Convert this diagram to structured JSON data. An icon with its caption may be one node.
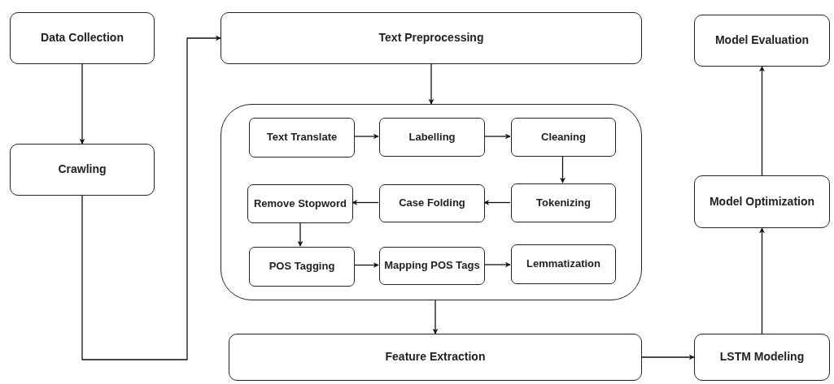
{
  "diagram": {
    "nodes": [
      {
        "text": [
          "Data Collection"
        ]
      },
      {
        "text": [
          "Crawling"
        ]
      },
      {
        "text": [
          "Text Preprocessing"
        ]
      },
      {
        "text": [],
        "shape": "box"
      },
      {
        "text": [
          "Text Translate"
        ],
        "in": 3
      },
      {
        "text": [
          "Labelling"
        ],
        "in": 3
      },
      {
        "text": [
          "Cleaning"
        ],
        "in": 3
      },
      {
        "text": [
          "Remove Stopword"
        ],
        "in": 3
      },
      {
        "text": [
          "Case Folding"
        ],
        "in": 3
      },
      {
        "text": [
          "Tokenizing"
        ],
        "in": 3
      },
      {
        "text": [
          "POS Tagging"
        ],
        "in": 3
      },
      {
        "text": [
          "Mapping POS Tags"
        ],
        "in": 3
      },
      {
        "text": [
          "Lemmatization"
        ],
        "in": 3
      },
      {
        "text": [
          "Feature Extraction"
        ]
      },
      {
        "text": [
          "LSTM Modeling"
        ]
      },
      {
        "text": [
          "Model Optimization"
        ]
      },
      {
        "text": [
          "Model Evaluation"
        ]
      }
    ],
    "edges": [
      {
        "from": 0,
        "to": 1,
        "arrow": "to"
      },
      {
        "from": 1,
        "to": 2,
        "arrow": "to"
      },
      {
        "from": 2,
        "to": 3,
        "arrow": "to"
      },
      {
        "from": 4,
        "to": 5,
        "arrow": "to"
      },
      {
        "from": 5,
        "to": 6,
        "arrow": "to"
      },
      {
        "from": 6,
        "to": 9,
        "arrow": "to"
      },
      {
        "from": 9,
        "to": 8,
        "arrow": "to"
      },
      {
        "from": 8,
        "to": 7,
        "arrow": "to"
      },
      {
        "from": 7,
        "to": 10,
        "arrow": "to"
      },
      {
        "from": 10,
        "to": 11,
        "arrow": "to"
      },
      {
        "from": 11,
        "to": 12,
        "arrow": "to"
      },
      {
        "from": 3,
        "to": 13,
        "arrow": "to"
      },
      {
        "from": 13,
        "to": 14,
        "arrow": "to"
      },
      {
        "from": 14,
        "to": 15,
        "arrow": "to"
      },
      {
        "from": 15,
        "to": 16,
        "arrow": "to"
      }
    ]
  }
}
